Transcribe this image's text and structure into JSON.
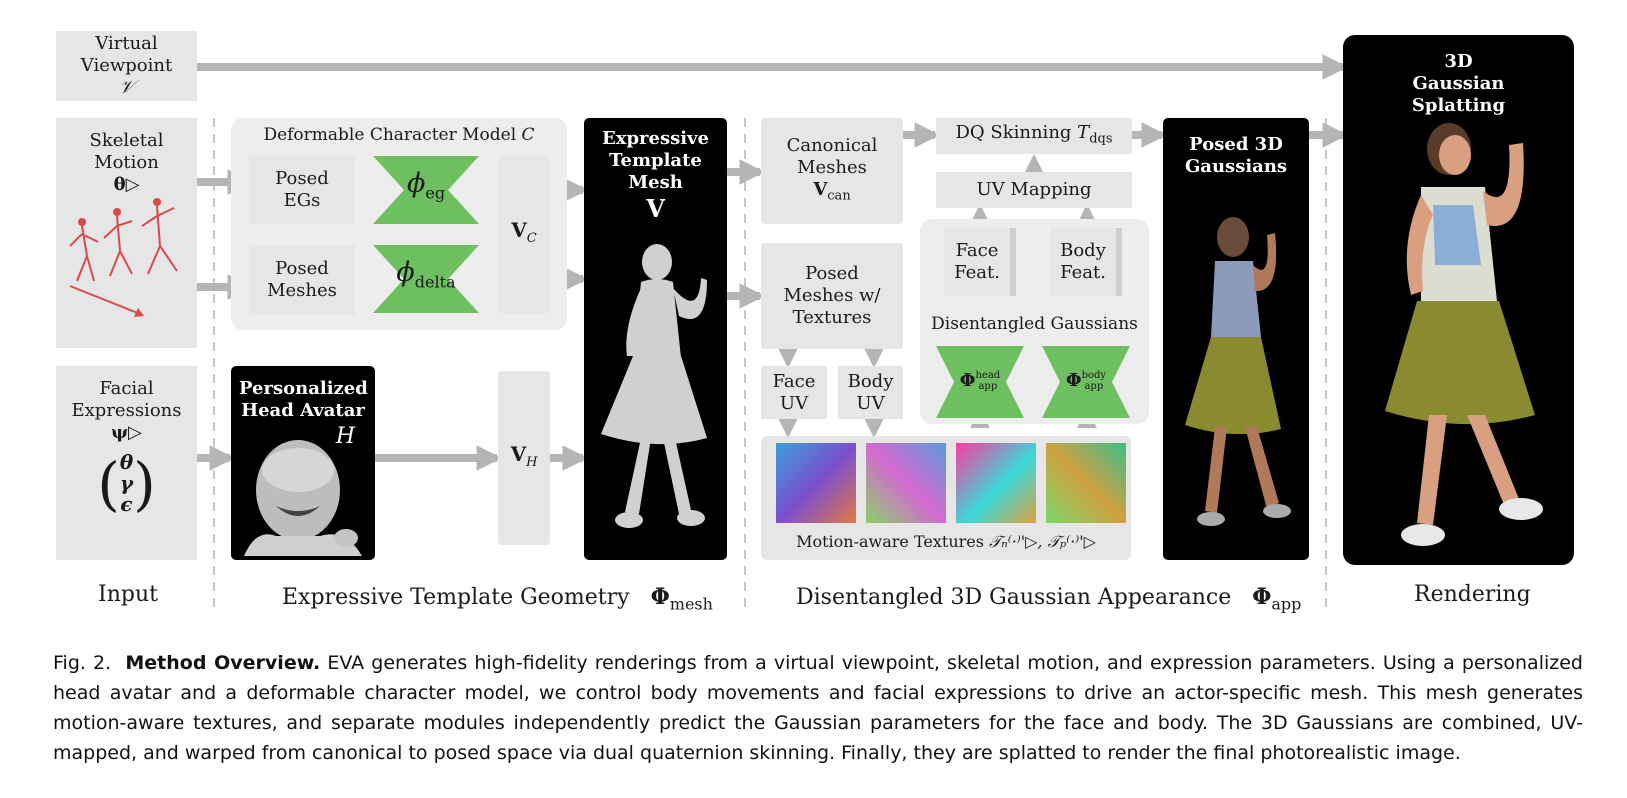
{
  "input": {
    "virtual_viewpoint": "Virtual Viewpoint",
    "virtual_viewpoint_symbol": "𝒱",
    "skeletal_motion": "Skeletal Motion",
    "skeletal_symbol": "θ▷",
    "facial_expressions": "Facial Expressions",
    "facial_symbol": "ψ▷",
    "vector": [
      "θ",
      "γ",
      "ϵ"
    ],
    "section_label": "Input"
  },
  "geometry": {
    "group_title": "Deformable Character Model",
    "group_symbol": "C",
    "posed_egs": "Posed EGs",
    "posed_meshes": "Posed Meshes",
    "phi_eg": "ϕ",
    "phi_eg_sub": "eg",
    "phi_delta": "ϕ",
    "phi_delta_sub": "delta",
    "vc": "V",
    "vc_sub": "C",
    "vh": "V",
    "vh_sub": "H",
    "head_avatar_title": "Personalized Head Avatar",
    "head_avatar_symbol": "H",
    "template_mesh_title": "Expressive Template Mesh",
    "template_mesh_symbol": "V",
    "section_label": "Expressive Template Geometry",
    "section_symbol": "Φ",
    "section_sub": "mesh"
  },
  "appearance": {
    "canonical_meshes": "Canonical Meshes",
    "canonical_symbol": "V",
    "canonical_sub": "can",
    "dq_skinning": "DQ Skinning",
    "dq_symbol": "T",
    "dq_sub": "dqs",
    "uv_mapping": "UV Mapping",
    "posed_meshes_textures": "Posed Meshes w/ Textures",
    "face_uv": "Face UV",
    "body_uv": "Body UV",
    "face_feat": "Face Feat.",
    "body_feat": "Body Feat.",
    "disentangled_gaussians": "Disentangled Gaussians",
    "phi_head": "Φ",
    "phi_head_sup": "head",
    "phi_head_sub": "app",
    "phi_body": "Φ",
    "phi_body_sup": "body",
    "phi_body_sub": "app",
    "textures_label": "Motion-aware Textures",
    "textures_symbol": "𝒯ₙ⁽·⁾'▷, 𝒯ₚ⁽·⁾'▷",
    "posed_gaussians": "Posed 3D Gaussians",
    "section_label": "Disentangled 3D Gaussian Appearance",
    "section_symbol": "Φ",
    "section_sub": "app"
  },
  "rendering": {
    "splatting_title": "3D Gaussian Splatting",
    "section_label": "Rendering"
  },
  "caption": {
    "prefix": "Fig. 2.",
    "title": "Method Overview.",
    "body": "EVA generates high-fidelity renderings from a virtual viewpoint, skeletal motion, and expression parameters. Using a personalized head avatar and a deformable character model, we control body movements and facial expressions to drive an actor-specific mesh. This mesh generates motion-aware textures, and separate modules independently predict the Gaussian parameters for the face and body. The 3D Gaussians are combined, UV-mapped, and warped from canonical to posed space via dual quaternion skinning. Finally, they are splatted to render the final photorealistic image."
  },
  "colors": {
    "box": "#e6e6e6",
    "group": "#ededed",
    "arrow": "#b5b5b5",
    "green": "#6dbf5f",
    "black": "#000000"
  }
}
